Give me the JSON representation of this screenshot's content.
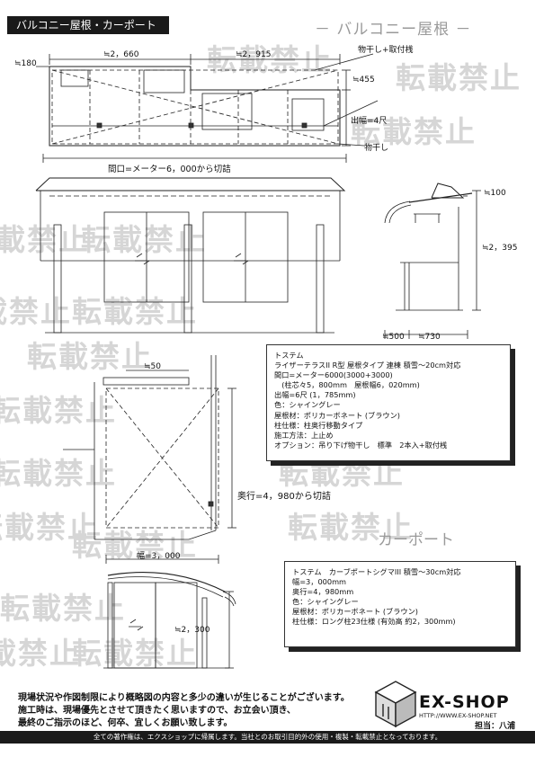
{
  "header": {
    "box_title": "バルコニー屋根・カーポート",
    "right_title": "－ バルコニー屋根 －"
  },
  "watermark": {
    "text": "転載禁止"
  },
  "balcony_plan": {
    "dims": {
      "left_offset": "≒180",
      "span_a": "≒2，660",
      "span_b": "≒2，915",
      "depth_top": "≒455",
      "depth": "出幅=4尺",
      "frontage": "間口=メーター6，000から切詰"
    },
    "labels": {
      "dryer_top": "物干し+取付桟",
      "dryer_bottom": "物干し"
    }
  },
  "balcony_side": {
    "dims": {
      "gap": "≒100",
      "height": "≒2，395",
      "base_a": "≒500",
      "base_b": "≒730"
    }
  },
  "balcony_spec": {
    "lines": [
      "トステム",
      "ライザーテラスII R型 屋根タイプ 連棟 積雪～20cm対応",
      "間口=メーター6000(3000+3000)",
      "　(柱芯々5，800mm　屋根幅6，020mm)",
      "出幅=6尺 (1，785mm)",
      "色：シャイングレー",
      "屋根材：ポリカーボネート (ブラウン)",
      "柱仕様：柱奥行移動タイプ",
      "施工方法：上止め",
      "オプション：吊り下げ物干し　標準　2本入+取付桟"
    ]
  },
  "carport_plan": {
    "title": "カーポート",
    "dims": {
      "gap": "≒50",
      "depth": "奥行=4，980から切詰",
      "width": "幅=3，000"
    }
  },
  "carport_side": {
    "dims": {
      "height": "≒2，300"
    }
  },
  "carport_spec": {
    "lines": [
      "トステム　カーブポートシグマIII 積雪～30cm対応",
      "幅=3，000mm",
      "奥行=4，980mm",
      "色：シャイングレー",
      "屋根材：ポリカーボネート (ブラウン)",
      "柱仕様：ロング柱23仕様 (有効高 約2，300mm)"
    ]
  },
  "notes": {
    "lines": [
      "現場状況や作図制限により概略図の内容と多少の違いが生じることがございます。",
      "施工時は、現場優先とさせて頂きたく思いますので、お立会い頂き、",
      "最終のご指示のほど、何卒、宜しくお願い致します。"
    ]
  },
  "brand": {
    "name": "EX-SHOP",
    "url": "HTTP://WWW.EX-SHOP.NET",
    "staff": "担当：八浦"
  },
  "footer": {
    "text": "全ての著作権は、エクスショップに帰属します。当社とのお取引目的外の使用・複製・転載禁止となっております。"
  }
}
